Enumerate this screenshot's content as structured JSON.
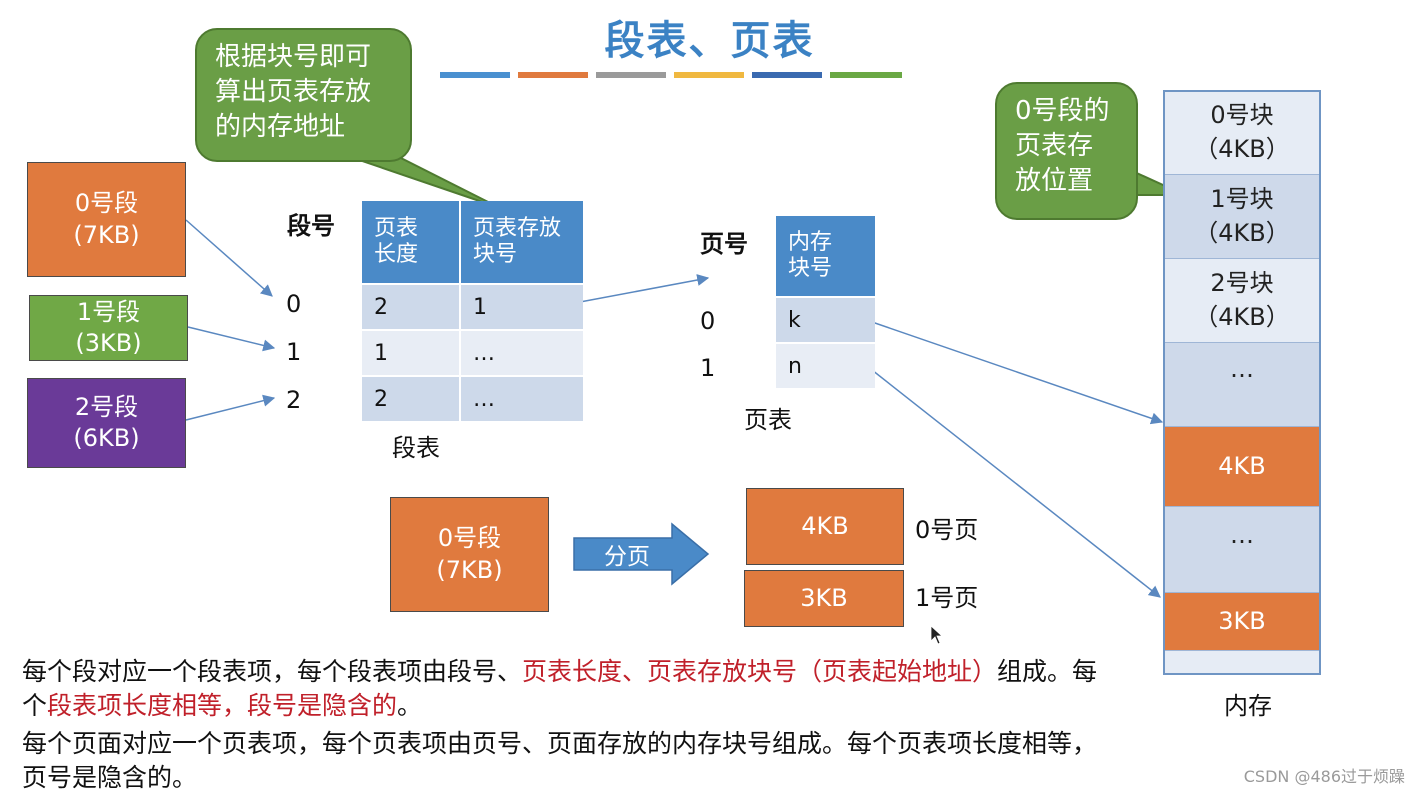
{
  "title": "段表、页表",
  "title_bar_colors": [
    "#4a90d0",
    "#e07a3e",
    "#9a9a9a",
    "#f0b840",
    "#3a6ab0",
    "#6aa844"
  ],
  "callout_top": "根据块号即可算出页表存放的内存地址",
  "callout_right": "0号段的页表存放位置",
  "segments": [
    {
      "name": "0号段",
      "size": "(7KB)",
      "color": "#e07a3e"
    },
    {
      "name": "1号段",
      "size": "(3KB)",
      "color": "#70a846"
    },
    {
      "name": "2号段",
      "size": "(6KB)",
      "color": "#6a3a98"
    }
  ],
  "segment_table": {
    "index_label": "段号",
    "col1_header": "页表长度",
    "col2_header": "页表存放块号",
    "caption": "段表",
    "rows": [
      {
        "seg": "0",
        "len": "2",
        "block": "1"
      },
      {
        "seg": "1",
        "len": "1",
        "block": "…"
      },
      {
        "seg": "2",
        "len": "2",
        "block": "…"
      }
    ]
  },
  "page_table": {
    "index_label": "页号",
    "header": "内存块号",
    "caption": "页表",
    "rows": [
      {
        "page": "0",
        "block": "k"
      },
      {
        "page": "1",
        "block": "n"
      }
    ]
  },
  "paging": {
    "segment_name": "0号段",
    "segment_size": "(7KB)",
    "arrow_label": "分页",
    "pages": [
      {
        "size": "4KB",
        "label": "0号页"
      },
      {
        "size": "3KB",
        "label": "1号页"
      }
    ]
  },
  "memory": {
    "caption": "内存",
    "cells": [
      {
        "line1": "0号块",
        "line2": "（4KB）"
      },
      {
        "line1": "1号块",
        "line2": "（4KB）"
      },
      {
        "line1": "2号块",
        "line2": "（4KB）"
      },
      {
        "line1": "…",
        "line2": ""
      },
      {
        "line1": "4KB",
        "line2": ""
      },
      {
        "line1": "…",
        "line2": ""
      },
      {
        "line1": "3KB",
        "line2": ""
      },
      {
        "line1": "",
        "line2": ""
      }
    ]
  },
  "para1": {
    "a": "每个段对应一个段表项，每个段表项由段号、",
    "b": "页表长度、页表存放块号（页表起始地址）",
    "c": "组成。每个",
    "d": "段表项长度相等，段号是隐含的",
    "e": "。"
  },
  "para2": "每个页面对应一个页表项，每个页表项由页号、页面存放的内存块号组成。每个页表项长度相等，页号是隐含的。",
  "watermark": "CSDN @486过于烦躁"
}
